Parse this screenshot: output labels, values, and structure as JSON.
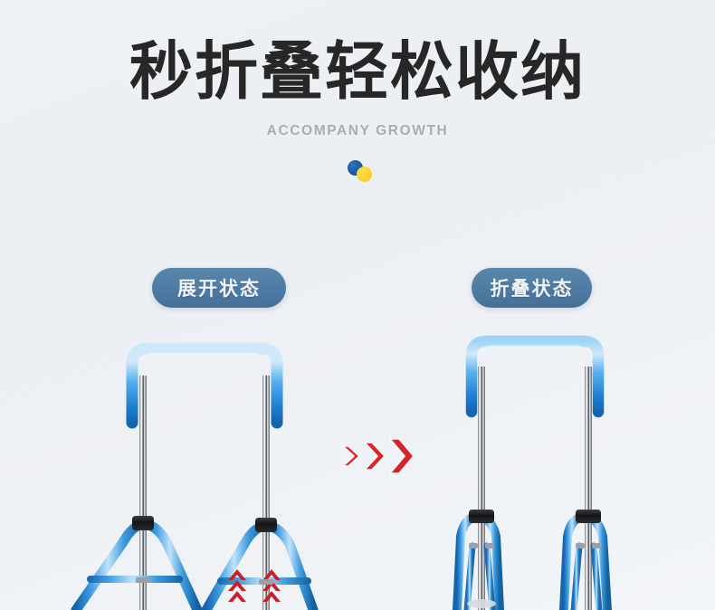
{
  "header": {
    "title": "秒折叠轻松收纳",
    "subtitle": "ACCOMPANY GROWTH",
    "dot_blue_color": "#13539b",
    "dot_yellow_color": "#fbcd28",
    "title_color": "#272727",
    "subtitle_color": "#a9adb4"
  },
  "background": {
    "color_top": "#edf0f4",
    "color_bottom": "#f2f5f8"
  },
  "badges": {
    "left_label": "展开状态",
    "right_label": "折叠状态",
    "pill_color": "#4d7ba4",
    "text_color": "#eef4f9"
  },
  "transition": {
    "arrow_count": 3,
    "arrow_color": "#d6232a",
    "direction": "right"
  },
  "equipment": {
    "frame_color": "#2f8fe0",
    "pole_color": "#b9bec4",
    "clamp_color": "#1d1d1f",
    "leg_marker_color": "#c8202a",
    "left": {
      "state_label": "展开状态",
      "legs": "splayed-a-frame",
      "leg_chevrons": 3
    },
    "right": {
      "state_label": "折叠状态",
      "legs": "folded-vertical",
      "leg_chevrons": 0
    }
  }
}
